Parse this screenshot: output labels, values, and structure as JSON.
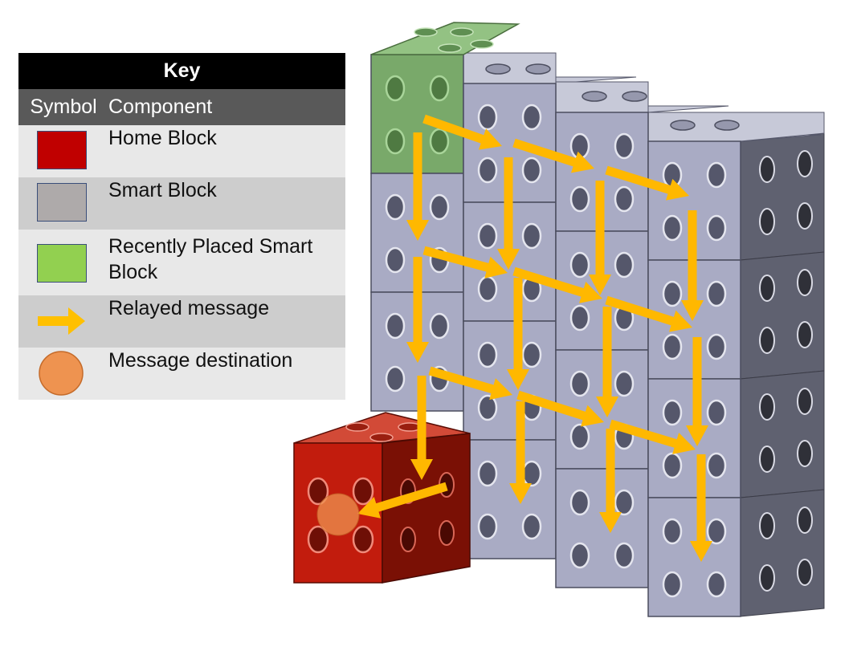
{
  "key": {
    "title": "Key",
    "header": {
      "symbol": "Symbol",
      "component": "Component"
    },
    "items": [
      {
        "label": "Home Block",
        "color": "#c00000"
      },
      {
        "label": "Smart Block",
        "color": "#aeaaaa"
      },
      {
        "label": "Recently Placed Smart Block",
        "color": "#92d050"
      },
      {
        "label": "Relayed message",
        "color": "#ffc000"
      },
      {
        "label": "Message destination",
        "color": "#ee9350"
      }
    ]
  },
  "colors": {
    "smart_face": "#a9abc4",
    "smart_side": "#5f6170",
    "smart_top": "#c7c9d8",
    "home_face": "#c21c0d",
    "home_side": "#7a1005",
    "home_top": "#d24a37",
    "new_face": "#79a96a",
    "new_top": "#93c283",
    "arrow": "#ffb800",
    "destination": "#ee9350"
  }
}
